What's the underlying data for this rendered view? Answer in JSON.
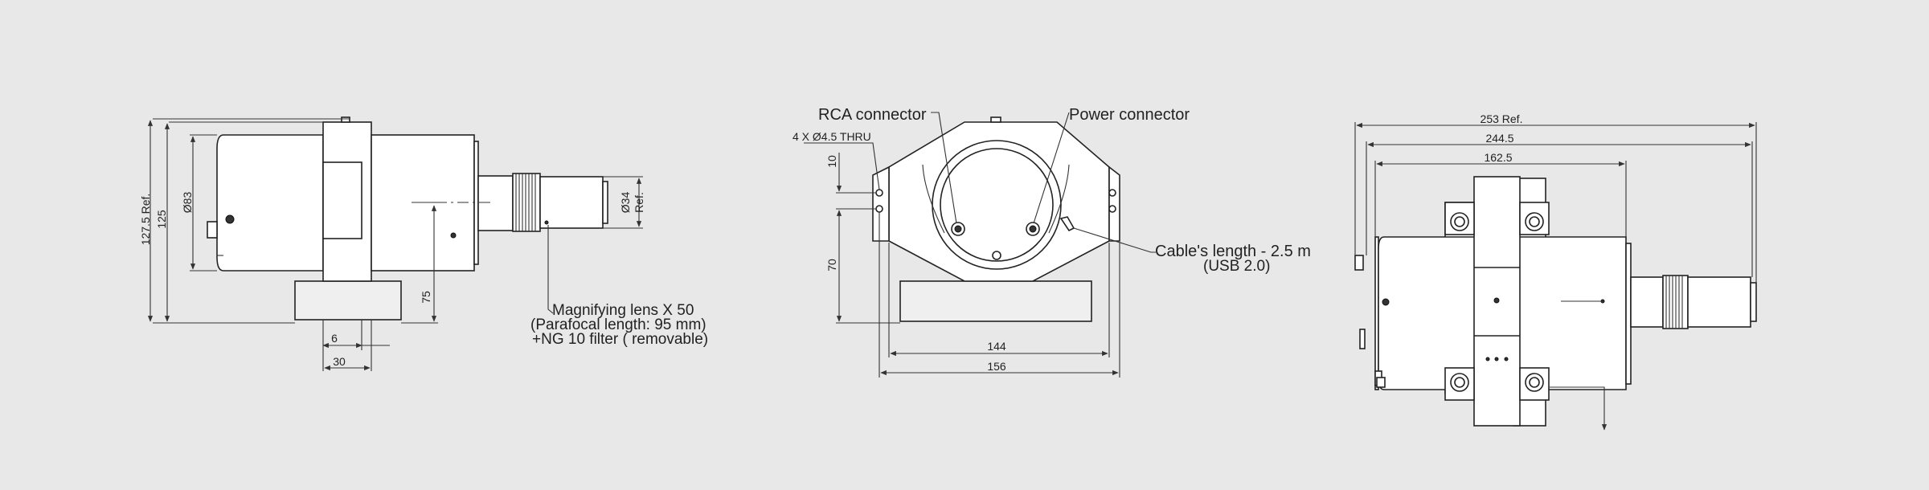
{
  "side_view": {
    "dims": {
      "overall_height": "127.5 Ref.",
      "height_125": "125",
      "dia_83": "Ø83",
      "height_75": "75",
      "width_6": "6",
      "width_30": "30",
      "dia_34": "Ø34",
      "ref": "Ref."
    },
    "callout": {
      "line1": "Magnifying lens X 50",
      "line2": "(Parafocal length: 95 mm)",
      "line3": "+NG 10 filter ( removable)"
    }
  },
  "front_view": {
    "labels": {
      "rca": "RCA connector",
      "power": "Power connector",
      "holes": "4 X  Ø4.5 THRU",
      "cable_line1": "Cable's length - 2.5 m",
      "cable_line2": "(USB 2.0)"
    },
    "dims": {
      "d10": "10",
      "d70": "70",
      "d144": "144",
      "d156": "156"
    }
  },
  "top_view": {
    "dims": {
      "d253": "253 Ref.",
      "d244": "244.5",
      "d162": "162.5"
    }
  }
}
